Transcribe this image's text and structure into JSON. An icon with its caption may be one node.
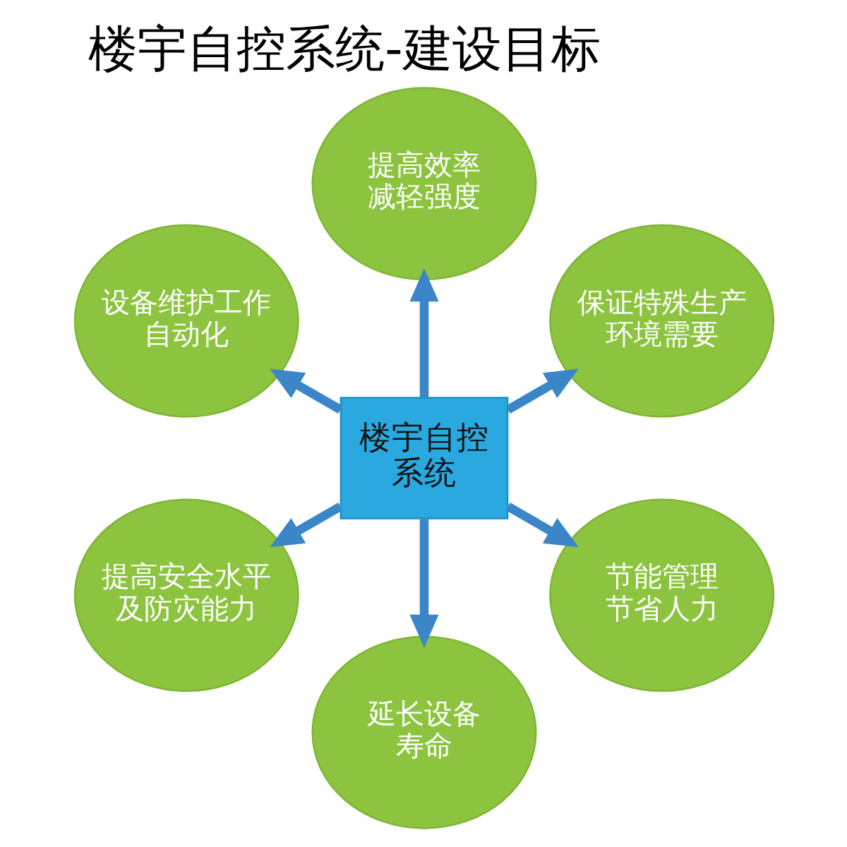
{
  "diagram": {
    "title": "楼宇自控系统-建设目标",
    "nodes": [
      {
        "text": [
          "设备维护工作自动化"
        ]
      },
      {
        "text": [
          "提高效率减轻强度"
        ]
      },
      {
        "text": [
          "提高安全水平及防灾能力"
        ]
      },
      {
        "text": [
          "楼宇自控系统"
        ]
      },
      {
        "text": [
          "保证特殊生产环境需要"
        ]
      },
      {
        "text": [
          "延长设备寿命"
        ]
      },
      {
        "text": [
          "节能管理节省人力"
        ]
      }
    ],
    "edges": [
      {
        "from": 3,
        "to": 0,
        "arrow": "to"
      },
      {
        "from": 3,
        "to": 1,
        "arrow": "to"
      },
      {
        "from": 3,
        "to": 4,
        "arrow": "to"
      },
      {
        "from": 3,
        "to": 6,
        "arrow": "to"
      },
      {
        "from": 3,
        "to": 5,
        "arrow": "to"
      },
      {
        "from": 3,
        "to": 2,
        "arrow": "to"
      }
    ]
  }
}
